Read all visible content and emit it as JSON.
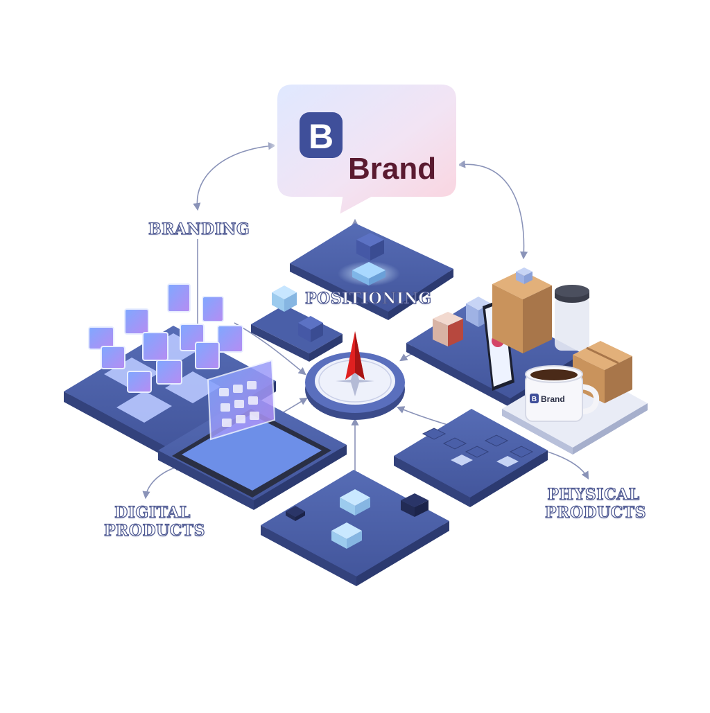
{
  "brand_card": {
    "logo_letter": "B",
    "name": "Brand"
  },
  "labels": {
    "branding": "Branding",
    "positioning": "Positioning",
    "digital_line1": "Digital",
    "digital_line2": "Products",
    "physical_line1": "Physical",
    "physical_line2": "Products"
  },
  "mug": {
    "logo_letter": "B",
    "text": "Brand"
  },
  "colors": {
    "platform_top": "#4a5fa8",
    "platform_side": "#3b4b8a",
    "glow_cube": "#a9d8ff",
    "compass_needle": "#e02020",
    "brand_text": "#5a1a30",
    "brand_logo": "#3f4f9a",
    "box_tan": "#c9935c"
  },
  "icons": {
    "compass": "compass-icon",
    "tablet": "tablet-icon",
    "phone": "smartphone-icon",
    "mug": "coffee-mug-icon",
    "box": "cardboard-box-icon",
    "jar": "jar-icon"
  }
}
